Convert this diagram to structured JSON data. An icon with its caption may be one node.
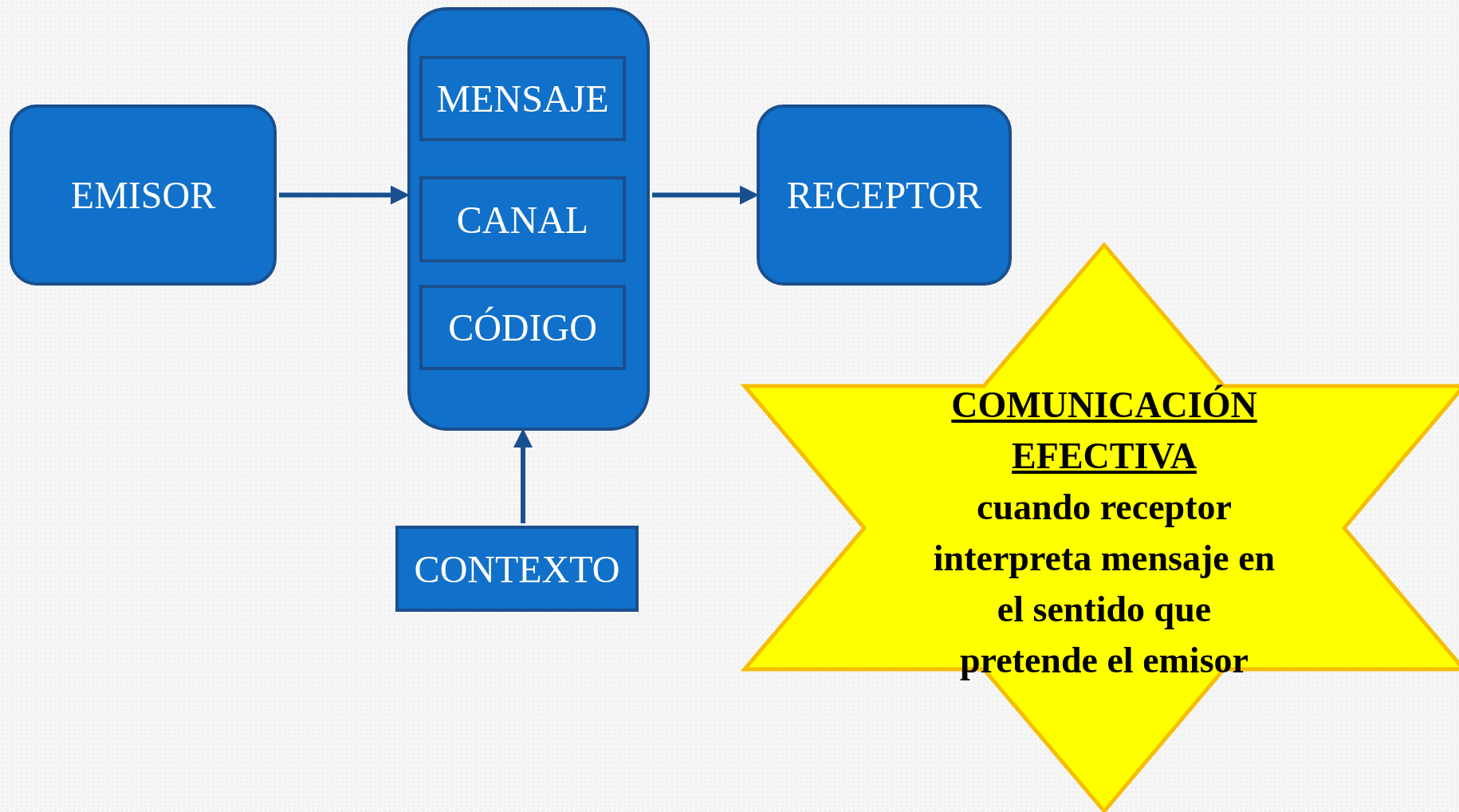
{
  "diagram": {
    "nodes": [
      {
        "text": [
          "EMISOR"
        ]
      },
      {
        "text": [],
        "shape": "box"
      },
      {
        "text": [
          "MENSAJE"
        ],
        "in": 1
      },
      {
        "text": [
          "CANAL"
        ],
        "in": 1
      },
      {
        "text": [
          "CÓDIGO"
        ],
        "in": 1
      },
      {
        "text": [
          "RECEPTOR"
        ]
      },
      {
        "text": [
          "CONTEXTO"
        ]
      },
      {
        "text": [
          "COMUNICACIÓN EFECTIVA",
          "cuando receptor interpreta mensaje en el sentido que pretende el emisor"
        ]
      }
    ],
    "edges": [
      {
        "from": 0,
        "to": 1,
        "arrow": "to"
      },
      {
        "from": 1,
        "to": 5,
        "arrow": "to"
      },
      {
        "from": 6,
        "to": 1,
        "arrow": "to"
      }
    ]
  }
}
